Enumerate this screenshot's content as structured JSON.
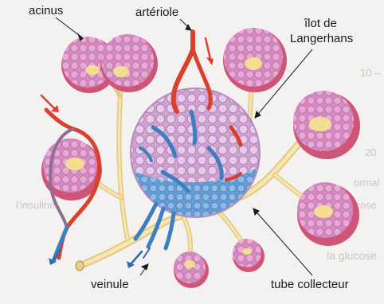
{
  "labels": {
    "acinus": "acinus",
    "arteriole": "artériole",
    "islet_line1": "îlot de",
    "islet_line2": "Langerhans",
    "venule": "veinule",
    "collecting_duct": "tube collecteur"
  },
  "colors": {
    "background": "#f3f2f0",
    "acinus_pink": "#d77fb6",
    "acinus_red": "#d24a67",
    "duct": "#f0dc9a",
    "islet": "#d9b2da",
    "vessel_blue": "#3b7fc0",
    "vessel_red": "#d9412e",
    "arrow_red": "#e53b2f",
    "arrow_blue": "#3569ad"
  },
  "background_text": [
    "10 –",
    "20",
    "ormal",
    "ucose",
    "l'insuline",
    "la glucose"
  ]
}
